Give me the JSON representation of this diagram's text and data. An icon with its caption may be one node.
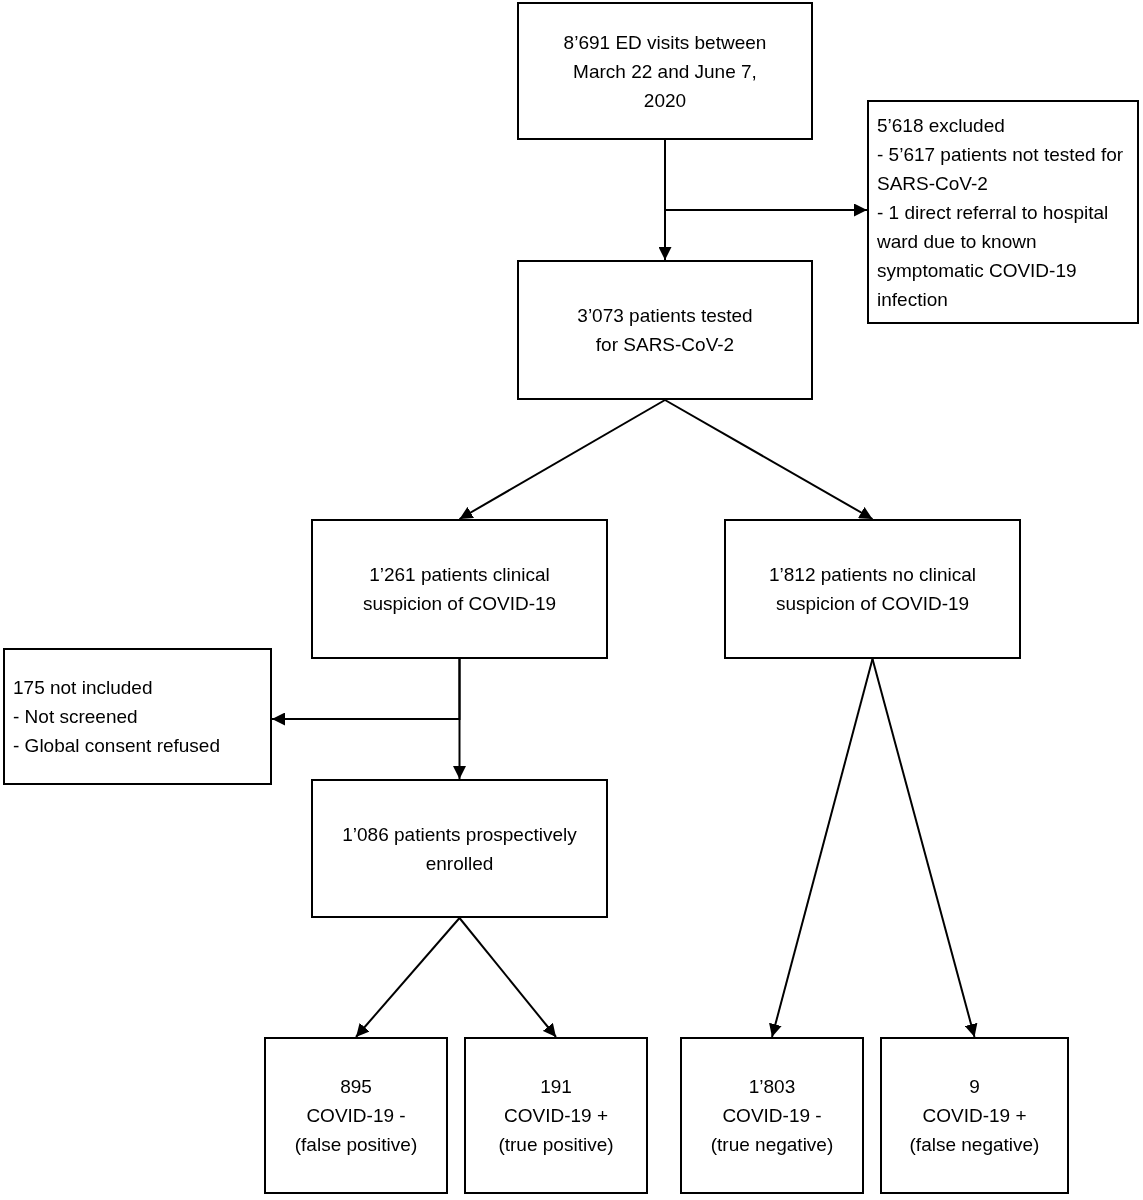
{
  "diagram": {
    "nodes": [
      {
        "text": [
          "8’691 ED visits between March 22 and June 7, 2020"
        ]
      },
      {
        "text": [
          "5’618 excluded",
          "- 5’617 patients not tested for SARS-CoV-2",
          "- 1 direct referral to hospital ward due to known symptomatic COVID-19 infection"
        ]
      },
      {
        "text": [
          "3’073 patients tested for SARS-CoV-2"
        ]
      },
      {
        "text": [
          "1’261 patients clinical suspicion of COVID-19"
        ]
      },
      {
        "text": [
          "1’812 patients no clinical suspicion of COVID-19"
        ]
      },
      {
        "text": [
          "175 not included",
          "- Not screened",
          "- Global consent refused"
        ]
      },
      {
        "text": [
          "1’086 patients prospectively enrolled"
        ]
      },
      {
        "text": [
          "895",
          "COVID-19 -",
          "(false positive)"
        ]
      },
      {
        "text": [
          "191",
          "COVID-19 +",
          "(true positive)"
        ]
      },
      {
        "text": [
          "1’803",
          "COVID-19 -",
          "(true negative)"
        ]
      },
      {
        "text": [
          "9",
          "COVID-19 +",
          "(false negative)"
        ]
      }
    ],
    "edges": [
      {
        "from": 0,
        "to": 2,
        "arrow": "to"
      },
      {
        "from": 0,
        "to": 1,
        "arrow": "to"
      },
      {
        "from": 2,
        "to": 3,
        "arrow": "to"
      },
      {
        "from": 2,
        "to": 4,
        "arrow": "to"
      },
      {
        "from": 3,
        "to": 6,
        "arrow": "to"
      },
      {
        "from": 3,
        "to": 5,
        "arrow": "to"
      },
      {
        "from": 6,
        "to": 7,
        "arrow": "to"
      },
      {
        "from": 6,
        "to": 8,
        "arrow": "to"
      },
      {
        "from": 4,
        "to": 9,
        "arrow": "to"
      },
      {
        "from": 4,
        "to": 10,
        "arrow": "to"
      }
    ]
  }
}
